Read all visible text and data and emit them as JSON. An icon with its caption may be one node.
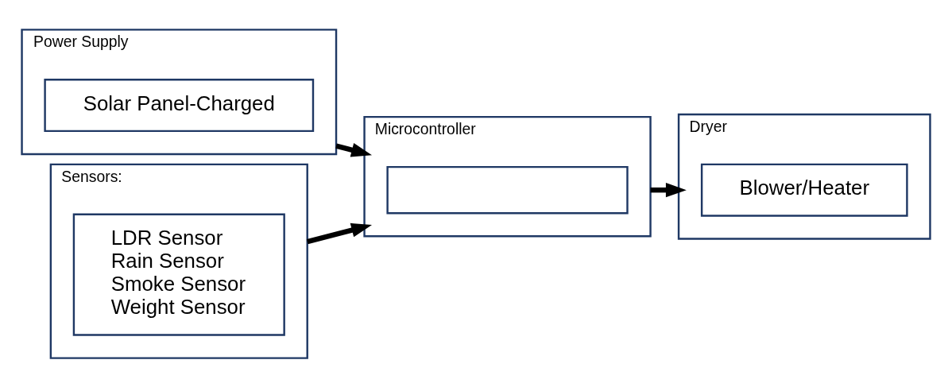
{
  "diagram": {
    "nodes": [
      {
        "text": [
          "Power Supply"
        ]
      },
      {
        "text": [
          "Solar Panel-Charged"
        ],
        "in": 0
      },
      {
        "text": [
          "Sensors:"
        ]
      },
      {
        "text": [
          "LDR Sensor",
          "Rain Sensor",
          "Smoke Sensor",
          "Weight Sensor"
        ],
        "in": 2
      },
      {
        "text": [
          "Microcontroller"
        ]
      },
      {
        "text": [],
        "shape": "box",
        "in": 4
      },
      {
        "text": [
          "Dryer"
        ]
      },
      {
        "text": [
          "Blower/Heater"
        ],
        "in": 6
      }
    ],
    "edges": [
      {
        "from": 0,
        "to": 4,
        "arrow": "to"
      },
      {
        "from": 2,
        "to": 4,
        "arrow": "to"
      },
      {
        "from": 4,
        "to": 6,
        "arrow": "to"
      }
    ]
  }
}
